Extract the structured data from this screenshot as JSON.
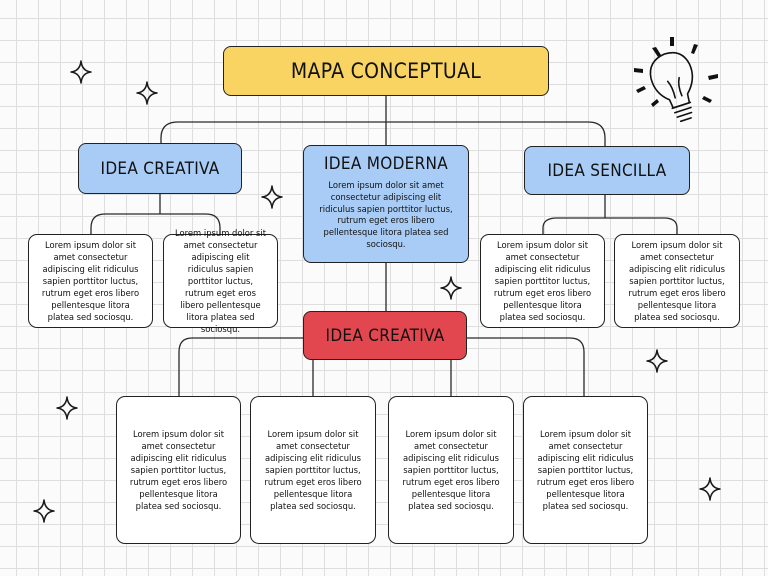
{
  "main_title": "MAPA CONCEPTUAL",
  "idea_left": "IDEA CREATIVA",
  "idea_center": "IDEA MODERNA",
  "idea_center_text": "Lorem ipsum dolor sit amet consectetur adipiscing elit ridiculus sapien porttitor luctus, rutrum eget eros libero pellentesque litora platea sed sociosqu.",
  "idea_right": "IDEA SENCILLA",
  "idea_bottom": "IDEA CREATIVA",
  "cards_top": [
    "Lorem ipsum dolor sit amet consectetur adipiscing elit ridiculus sapien porttitor luctus, rutrum eget eros libero pellentesque litora platea sed sociosqu.",
    "Lorem ipsum dolor sit amet consectetur adipiscing elit ridiculus sapien porttitor luctus, rutrum eget eros libero pellentesque litora platea sed sociosqu.",
    "Lorem ipsum dolor sit amet consectetur adipiscing elit ridiculus sapien porttitor luctus, rutrum eget eros libero pellentesque litora platea sed sociosqu.",
    "Lorem ipsum dolor sit amet consectetur adipiscing elit ridiculus sapien porttitor luctus, rutrum eget eros libero pellentesque litora platea sed sociosqu."
  ],
  "cards_bottom": [
    "Lorem ipsum dolor sit amet consectetur adipiscing elit ridiculus sapien porttitor luctus, rutrum eget eros libero pellentesque litora platea sed sociosqu.",
    "Lorem ipsum dolor sit amet consectetur adipiscing elit ridiculus sapien porttitor luctus, rutrum eget eros libero pellentesque litora platea sed sociosqu.",
    "Lorem ipsum dolor sit amet consectetur adipiscing elit ridiculus sapien porttitor luctus, rutrum eget eros libero pellentesque litora platea sed sociosqu.",
    "Lorem ipsum dolor sit amet consectetur adipiscing elit ridiculus sapien porttitor luctus, rutrum eget eros libero pellentesque litora platea sed sociosqu."
  ],
  "decorations": {
    "star": "sparkle-star-icon",
    "bulb": "lightbulb-icon"
  },
  "colors": {
    "main": "#f9d462",
    "idea": "#a8ccf5",
    "accent": "#e2474f",
    "card": "#ffffff"
  }
}
